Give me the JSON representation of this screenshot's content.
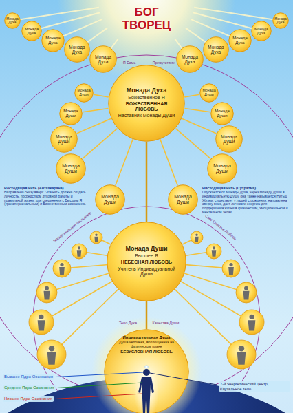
{
  "diagram": {
    "title": "БОГ ТВОРЕЦ",
    "nodes": [
      {
        "text": [
          "Монада Духа"
        ]
      },
      {
        "text": [
          "Монада Духа"
        ]
      },
      {
        "text": [
          "Монада Духа"
        ]
      },
      {
        "text": [
          "Монада Духа"
        ]
      },
      {
        "text": [
          "Монада Духа"
        ]
      },
      {
        "text": [
          "Монада Духа"
        ]
      },
      {
        "text": [
          "Монада Духа"
        ]
      },
      {
        "text": [
          "Монада Духа"
        ]
      },
      {
        "text": [
          "Монада Духа"
        ]
      },
      {
        "text": [
          "Монада Духа"
        ]
      },
      {
        "text": [
          "Монада Духа",
          "Божественное Я",
          "БОЖЕСТВЕННАЯ ЛЮБОВЬ",
          "Наставник Монады Души"
        ]
      },
      {
        "text": [
          "Монада Души"
        ]
      },
      {
        "text": [
          "Монада Души"
        ]
      },
      {
        "text": [
          "Монада Души"
        ]
      },
      {
        "text": [
          "Монада Души"
        ]
      },
      {
        "text": [
          "Монада Души"
        ]
      },
      {
        "text": [
          "Монада Души"
        ]
      },
      {
        "text": [
          "Монада Души"
        ]
      },
      {
        "text": [
          "Монада Души"
        ]
      },
      {
        "text": [
          "Монада Души"
        ]
      },
      {
        "text": [
          "Монада Души"
        ]
      },
      {
        "text": [
          "Монада Души",
          "Высшее Я",
          "НЕБЕСНАЯ ЛЮБОВЬ",
          "Учитель Индивидуальной Души"
        ]
      },
      {
        "text": [
          "Индивидуальная Душа",
          "Душа человека, воплощенная на физическом плане",
          "БЕЗУСЛОВНАЯ ЛЮБОВЬ"
        ]
      }
    ],
    "edges": [
      {
        "from": 10,
        "to": 11,
        "arrow": "none"
      },
      {
        "from": 10,
        "to": 12,
        "arrow": "none"
      },
      {
        "from": 10,
        "to": 13,
        "arrow": "none"
      },
      {
        "from": 10,
        "to": 14,
        "arrow": "none"
      },
      {
        "from": 10,
        "to": 15,
        "arrow": "none"
      },
      {
        "from": 10,
        "to": 16,
        "arrow": "none"
      },
      {
        "from": 10,
        "to": 17,
        "arrow": "none"
      },
      {
        "from": 10,
        "to": 18,
        "arrow": "none"
      },
      {
        "from": 10,
        "to": 19,
        "arrow": "none"
      },
      {
        "from": 10,
        "to": 20,
        "arrow": "none"
      },
      {
        "from": 10,
        "to": 21,
        "arrow": "none"
      },
      {
        "from": 21,
        "to": 22,
        "arrow": "none"
      }
    ],
    "labels": [
      "Я Есмь",
      "Присутствие",
      "Восходящая нить (Антахкарана)",
      "Направлена снизу вверх. Эта нить должна создать личность, посредством духовной работы и правильной жизни, для соединения с Высшим Я (трансперсональным) и Божественным сознанием.",
      "Нисходящая нить (Сутратма)",
      "Опускается от Монады Духа, через Монаду Души в индивидуальную Душу, она также называется Нитью Жизни, существует у людей с рождения, направлена сверху вниз, дает личности энергию для поддержания жизни в физическом, эмоциональном и ментальном телах.",
      "Эмоциональное состояние",
      "Свет Счастье Любовь",
      "Тело Духа",
      "Качества Души",
      "Высшее Ядро Осознания",
      "Среднее Ядро Осознания",
      "Низшее Ядро Осознания",
      "7-й энергетический центр, Каузальное тело"
    ]
  }
}
